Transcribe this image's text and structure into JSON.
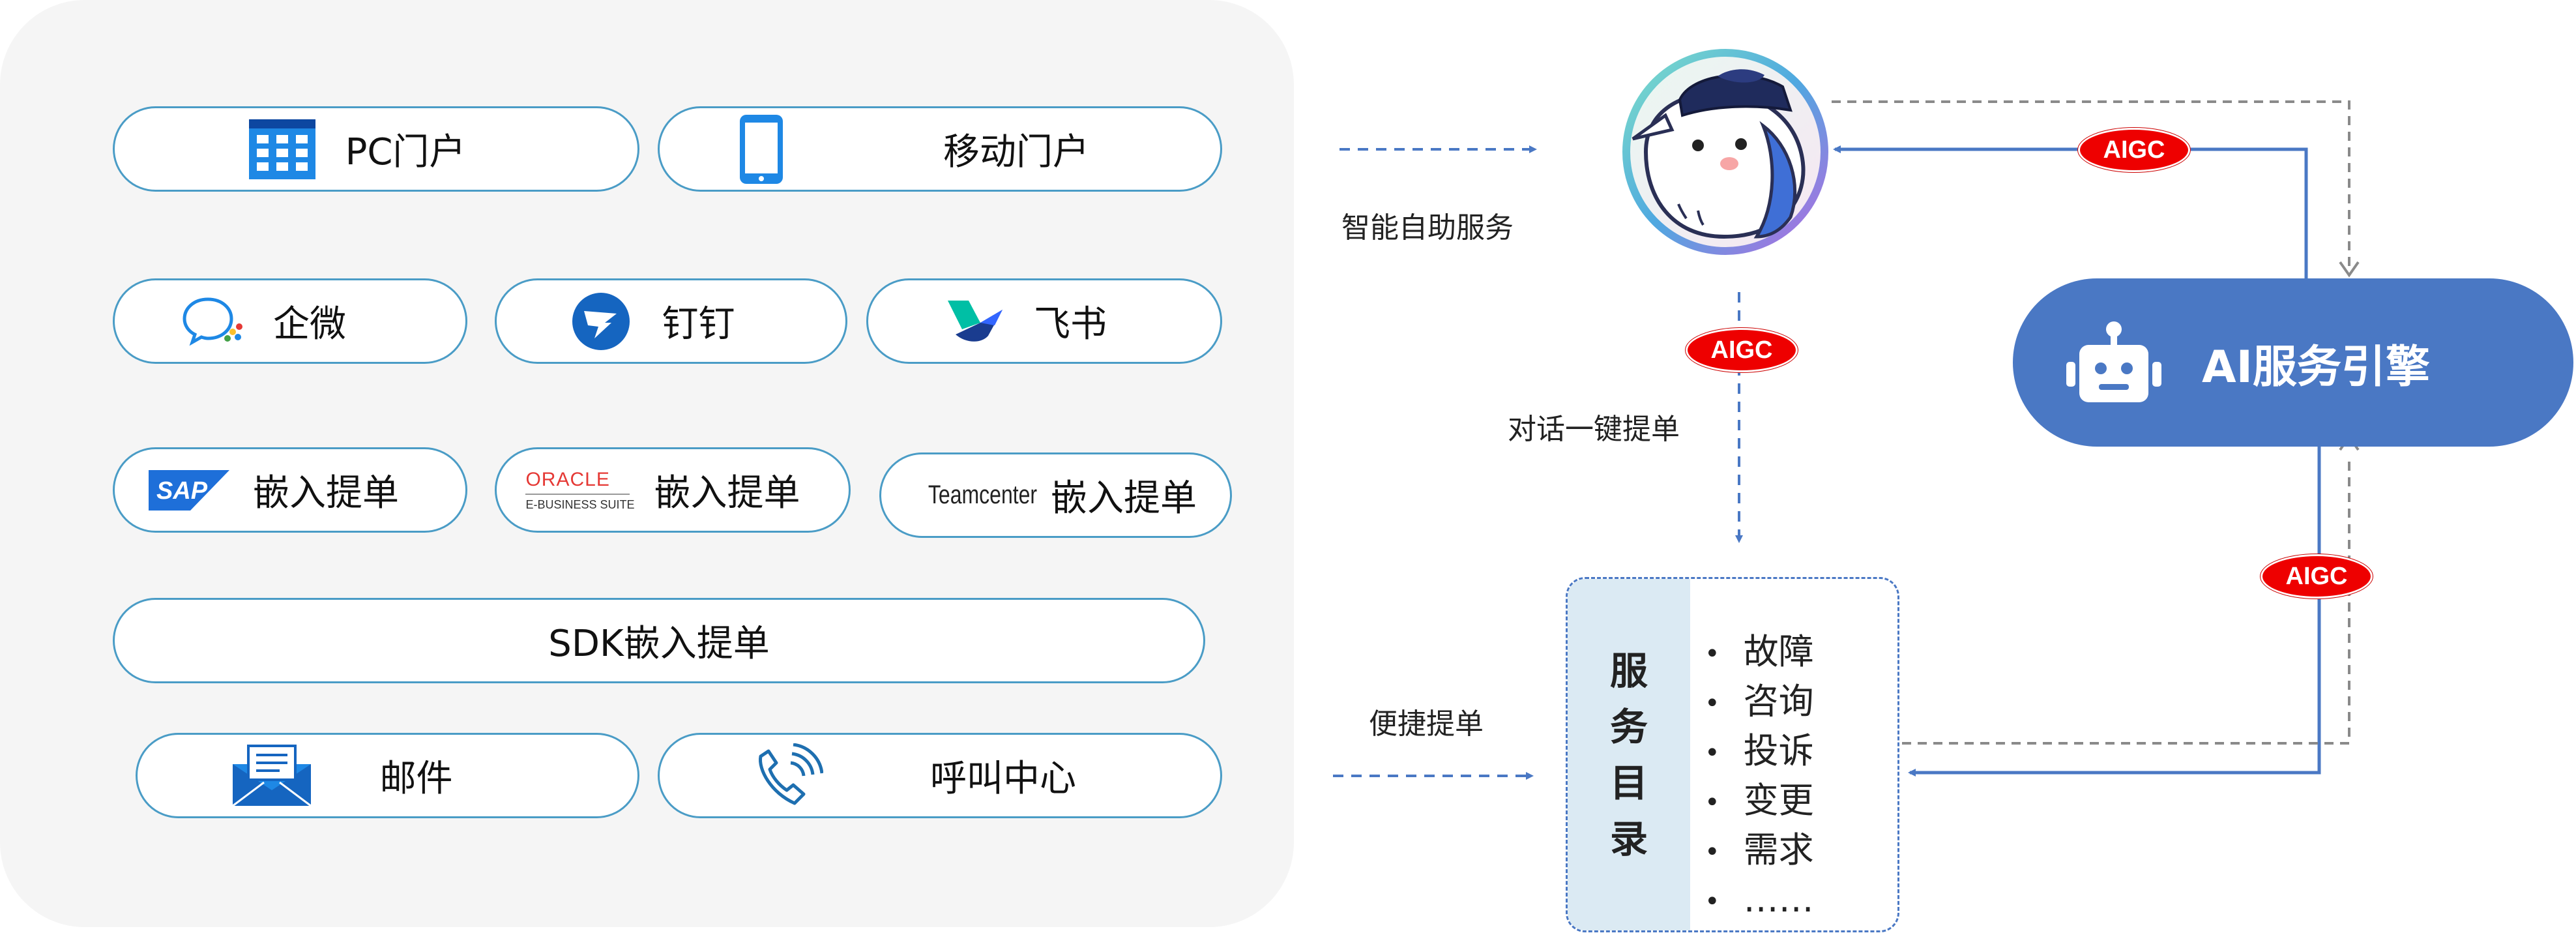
{
  "channels": {
    "pc_portal": "PC门户",
    "mobile_portal": "移动门户",
    "wecom": "企微",
    "dingtalk": "钉钉",
    "feishu": "飞书",
    "sap": {
      "logo": "SAP",
      "label": "嵌入提单"
    },
    "oracle": {
      "logo_top": "ORACLE",
      "logo_bottom": "E-BUSINESS SUITE",
      "label": "嵌入提单"
    },
    "teamcenter": {
      "logo": "Teamcenter",
      "label": "嵌入提单"
    },
    "sdk": "SDK嵌入提单",
    "email": "邮件",
    "call_center": "呼叫中心"
  },
  "flow": {
    "self_service": "智能自助服务",
    "one_click": "对话一键提单",
    "quick_ticket": "便捷提单",
    "aigc_badge": "AIGC"
  },
  "engine": {
    "label": "AI服务引擎"
  },
  "catalog": {
    "title_chars": [
      "服",
      "务",
      "目",
      "录"
    ],
    "items": [
      "故障",
      "咨询",
      "投诉",
      "变更",
      "需求",
      "……"
    ]
  },
  "colors": {
    "pill_border": "#4a9cc6",
    "engine_bg": "#4a78c4",
    "aigc_red": "#ee0000",
    "arrow_blue": "#4a78c4",
    "dashed_gray": "#8a8a8a"
  }
}
